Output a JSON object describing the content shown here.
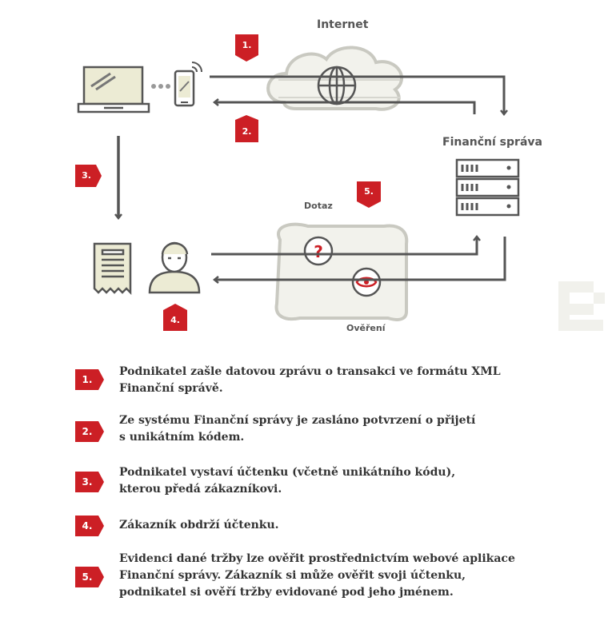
{
  "colors": {
    "accent_red": "#cc1f25",
    "line_gray": "#555555",
    "cloud_fill": "#f2f2ec",
    "cloud_stroke": "#c9c9c1"
  },
  "diagram": {
    "internet_label": "Internet",
    "financni_sprava_label": "Finanční správa",
    "dotaz_label": "Dotaz",
    "overeni_label": "Ověření",
    "question_mark": "?",
    "badges": [
      "1.",
      "2.",
      "3.",
      "4.",
      "5."
    ],
    "icons": [
      "laptop-icon",
      "smartphone-icon",
      "globe-icon",
      "server-icon",
      "receipt-icon",
      "person-icon",
      "question-icon",
      "eye-icon"
    ]
  },
  "steps": [
    {
      "num": "1.",
      "text": "Podnikatel zašle datovou zprávu o transakci ve formátu XML\nFinanční správě."
    },
    {
      "num": "2.",
      "text": "Ze systému Finanční správy je zasláno potvrzení o přijetí\ns unikátním kódem."
    },
    {
      "num": "3.",
      "text": "Podnikatel vystaví účtenku (včetně unikátního kódu),\nkterou předá zákazníkovi."
    },
    {
      "num": "4.",
      "text": "Zákazník obdrží účtenku."
    },
    {
      "num": "5.",
      "text": "Evidenci dané tržby lze ověřit prostřednictvím webové aplikace\nFinanční správy. Zákazník si může ověřit svoji účtenku,\npodnikatel si ověří tržby evidované pod jeho jménem."
    }
  ]
}
